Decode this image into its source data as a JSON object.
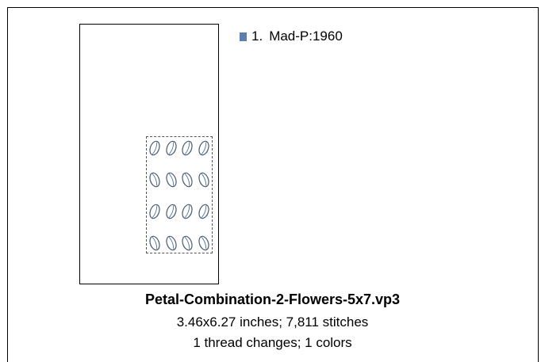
{
  "legend": {
    "items": [
      {
        "index": "1.",
        "label": "Mad-P:1960",
        "color": "#5b7fae"
      }
    ]
  },
  "design": {
    "filename": "Petal-Combination-2-Flowers-5x7.vp3",
    "dimensions_line": "3.46x6.27 inches; 7,811 stitches",
    "threads_line": "1 thread changes; 1 colors",
    "petal_rows": 4,
    "petal_cols": 4
  }
}
